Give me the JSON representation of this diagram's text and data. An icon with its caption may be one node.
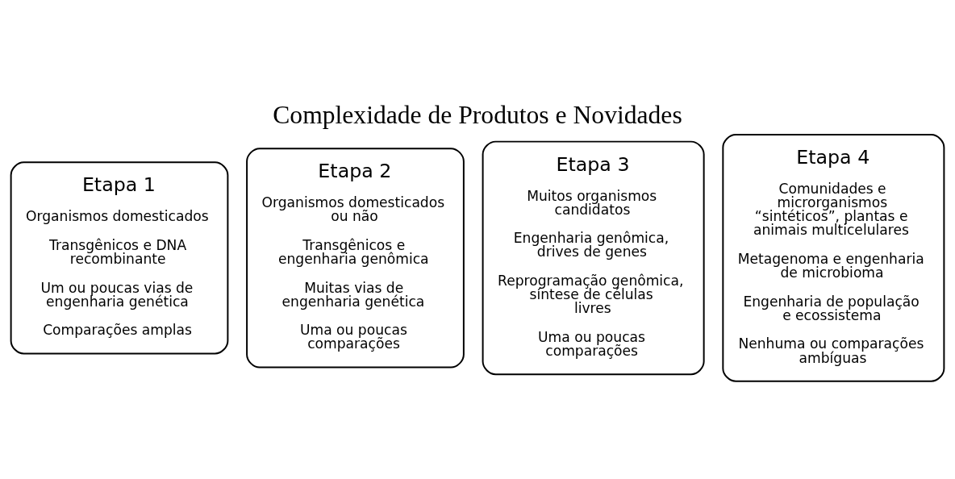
{
  "diagram": {
    "title": "Complexidade de Produtos e Novidades",
    "nodes": [
      {
        "text": [
          "Etapa 1",
          "Organismos domesticados",
          "Transgênicos e DNA recombinante",
          "Um ou poucas vias de engenharia genética",
          "Comparações amplas"
        ]
      },
      {
        "text": [
          "Etapa 2",
          "Organismos domesticados ou não",
          "Transgênicos e engenharia genômica",
          "Muitas vias de engenharia genética",
          "Uma ou poucas comparações"
        ]
      },
      {
        "text": [
          "Etapa 3",
          "Muitos organismos candidatos",
          "Engenharia genômica, drives de genes",
          "Reprogramação genômica, síntese de células livres",
          "Uma ou poucas comparações"
        ]
      },
      {
        "text": [
          "Etapa 4",
          "Comunidades e microrganismos “sintéticos”, plantas e animais multicelulares",
          "Metagenoma e engenharia de microbioma",
          "Engenharia de população e ecossistema",
          "Nenhuma ou comparações ambíguas"
        ]
      }
    ],
    "edges": []
  }
}
